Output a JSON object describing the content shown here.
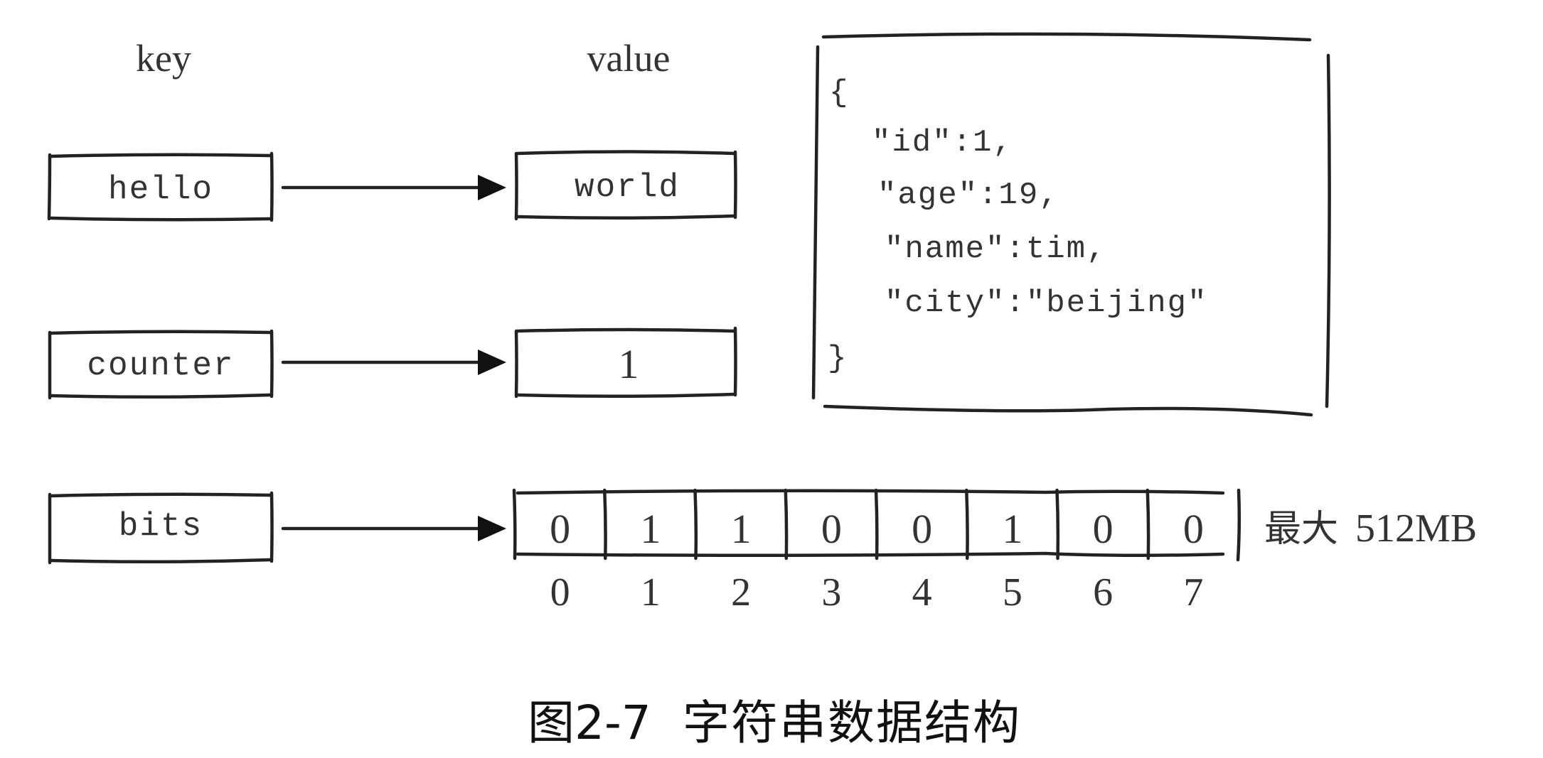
{
  "headers": {
    "key": "key",
    "value": "value"
  },
  "rows": [
    {
      "key": "hello",
      "value": "world"
    },
    {
      "key": "counter",
      "value": "1"
    }
  ],
  "json_box": {
    "lines": [
      "{",
      "\"id\":1,",
      "\"age\":19,",
      "\"name\":tim,",
      "\"city\":\"beijing\"",
      "}"
    ]
  },
  "bits": {
    "key": "bits",
    "values": [
      "0",
      "1",
      "1",
      "0",
      "0",
      "1",
      "0",
      "0"
    ],
    "indices": [
      "0",
      "1",
      "2",
      "3",
      "4",
      "5",
      "6",
      "7"
    ],
    "max_label": "最大",
    "max_size": "512MB"
  },
  "caption": {
    "figure": "图2-7",
    "title": "字符串数据结构"
  }
}
